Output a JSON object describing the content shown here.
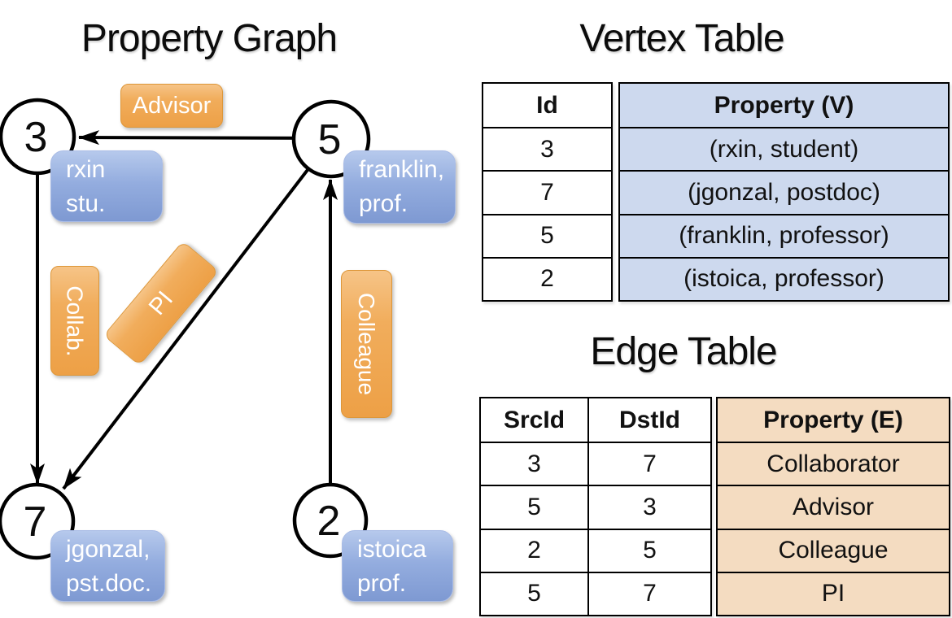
{
  "titles": {
    "property_graph": "Property Graph",
    "vertex_table": "Vertex Table",
    "edge_table": "Edge Table"
  },
  "graph": {
    "nodes": [
      {
        "id": "3"
      },
      {
        "id": "5"
      },
      {
        "id": "7"
      },
      {
        "id": "2"
      }
    ],
    "vertex_labels": [
      {
        "node": "3",
        "line1": "rxin",
        "line2": "stu."
      },
      {
        "node": "5",
        "line1": "franklin,",
        "line2": "prof."
      },
      {
        "node": "7",
        "line1": "jgonzal,",
        "line2": "pst.doc."
      },
      {
        "node": "2",
        "line1": "istoica",
        "line2": "prof."
      }
    ],
    "edge_labels": {
      "advisor": "Advisor",
      "collab": "Collab.",
      "pi": "PI",
      "colleague": "Colleague"
    },
    "edges": [
      {
        "src": "5",
        "dst": "3",
        "label": "Advisor"
      },
      {
        "src": "3",
        "dst": "7",
        "label": "Collab."
      },
      {
        "src": "5",
        "dst": "7",
        "label": "PI"
      },
      {
        "src": "2",
        "dst": "5",
        "label": "Colleague"
      }
    ]
  },
  "vertex_table": {
    "col_id": "Id",
    "col_property": "Property (V)",
    "rows": [
      {
        "id": "3",
        "property": "(rxin, student)"
      },
      {
        "id": "7",
        "property": "(jgonzal, postdoc)"
      },
      {
        "id": "5",
        "property": "(franklin, professor)"
      },
      {
        "id": "2",
        "property": "(istoica, professor)"
      }
    ]
  },
  "edge_table": {
    "col_src": "SrcId",
    "col_dst": "DstId",
    "col_property": "Property (E)",
    "rows": [
      {
        "src": "3",
        "dst": "7",
        "property": "Collaborator"
      },
      {
        "src": "5",
        "dst": "3",
        "property": "Advisor"
      },
      {
        "src": "2",
        "dst": "5",
        "property": "Colleague"
      },
      {
        "src": "5",
        "dst": "7",
        "property": "PI"
      }
    ]
  },
  "colors": {
    "edge_label_orange": "#efa44f",
    "vertex_label_blue": "#8aa5dc",
    "vertex_table_fill": "#cdd9ee",
    "edge_table_fill": "#f4dcc1",
    "line_black": "#000000"
  }
}
